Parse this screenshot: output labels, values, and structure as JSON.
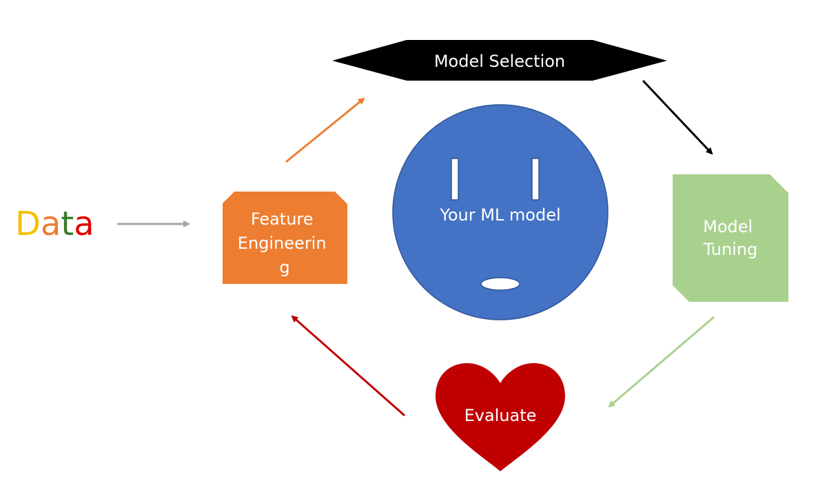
{
  "data_label": {
    "letters": [
      {
        "char": "D",
        "color": "#F5C000"
      },
      {
        "char": "a",
        "color": "#ED7D31"
      },
      {
        "char": "t",
        "color": "#3A7A2A"
      },
      {
        "char": "a",
        "color": "#E00000"
      }
    ]
  },
  "nodes": {
    "feature_engineering": {
      "lines": [
        "Feature",
        "Engineerin",
        "g"
      ],
      "color": "#ED7D31"
    },
    "model_selection": {
      "label": "Model Selection",
      "color": "#000000"
    },
    "model_tuning": {
      "lines": [
        "Model",
        "Tuning"
      ],
      "color": "#A9D18E"
    },
    "evaluate": {
      "label": "Evaluate",
      "color": "#C00000"
    },
    "ml_model": {
      "label": "Your ML model",
      "color": "#4472C4"
    }
  },
  "arrows": {
    "data_to_feature": {
      "color": "#A6A6A6"
    },
    "feature_to_selection": {
      "color": "#ED7D31"
    },
    "selection_to_tuning": {
      "color": "#000000"
    },
    "tuning_to_evaluate": {
      "color": "#A9D18E"
    },
    "evaluate_to_feature": {
      "color": "#C00000"
    }
  }
}
